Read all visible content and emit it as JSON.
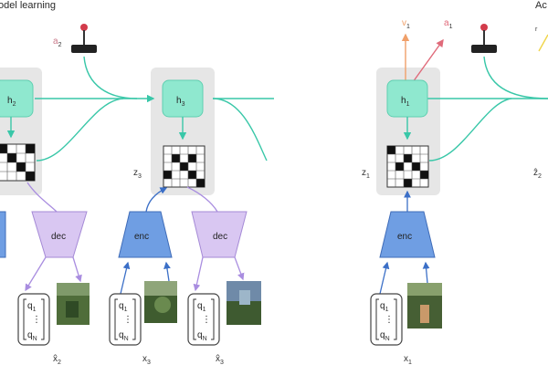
{
  "left_panel": {
    "title": "odel learning",
    "action_label": "a",
    "action_sub": "2",
    "h_left_label": "h",
    "h_left_sub": "2",
    "h_right_label": "h",
    "h_right_sub": "3",
    "z_label": "z",
    "z_sub": "3",
    "dec_label": "dec",
    "enc_label": "enc",
    "vec_top": "q",
    "vec_top_sub": "1",
    "vec_bottom": "q",
    "vec_bottom_sub": "N",
    "x2hat": "x̂",
    "x2hat_sub": "2",
    "x3": "x",
    "x3_sub": "3",
    "x3hat": "x̂",
    "x3hat_sub": "3"
  },
  "right_panel": {
    "title": "Ac",
    "v_label": "v",
    "v_sub": "1",
    "a_label": "a",
    "a_sub": "1",
    "h_label": "h",
    "h_sub": "1",
    "z_label": "z",
    "z_sub": "1",
    "z2hat": "ẑ",
    "z2hat_sub": "2",
    "enc_label": "enc",
    "x1": "x",
    "x1_sub": "1"
  },
  "colors": {
    "teal": "#39c7a8",
    "enc_blue": "#6f9ee3",
    "dec_purple": "#d9c7f2",
    "orange": "#f0a06a",
    "red": "#e06a7a"
  }
}
